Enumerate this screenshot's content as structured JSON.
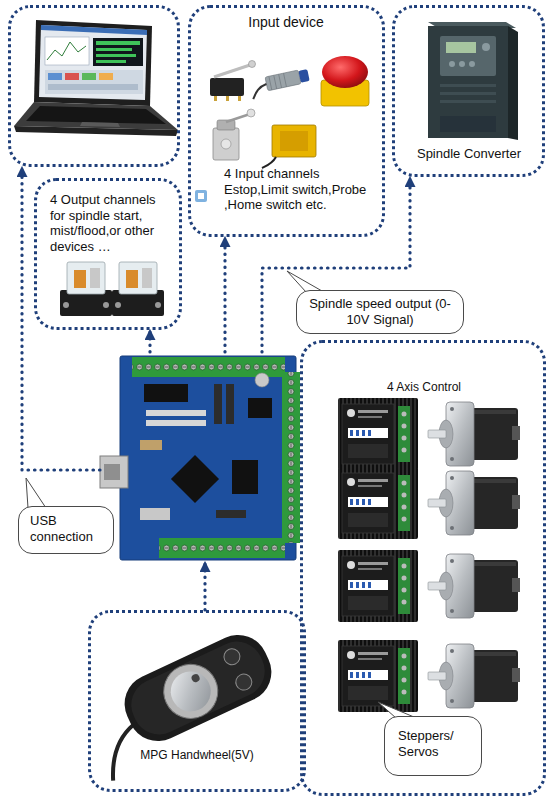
{
  "diagram": {
    "nodes": [
      {
        "text": []
      },
      {
        "text": [
          "Input device",
          "4 Input channels Estop,Limit switch,Probe ,Home switch etc."
        ]
      },
      {
        "text": [
          "Spindle Converter"
        ]
      },
      {
        "text": [
          "4 Output channels for spindle start, mist/flood,or other devices …"
        ]
      },
      {
        "text": [
          "Spindle speed output (0-10V Signal)"
        ]
      },
      {
        "text": []
      },
      {
        "text": [
          "4 Axis Control"
        ]
      },
      {
        "text": [
          "Steppers/ Servos"
        ],
        "in": 6
      },
      {
        "text": [
          "USB connection"
        ]
      },
      {
        "text": [
          "MPG Handwheel(5V)"
        ]
      }
    ],
    "edges": [
      {
        "from": 5,
        "to": 0,
        "arrow": "to"
      },
      {
        "from": 5,
        "to": 3,
        "arrow": "to"
      },
      {
        "from": 5,
        "to": 1,
        "arrow": "to"
      },
      {
        "from": 5,
        "to": 2,
        "arrow": "to"
      },
      {
        "from": 9,
        "to": 5,
        "arrow": "to"
      }
    ]
  }
}
